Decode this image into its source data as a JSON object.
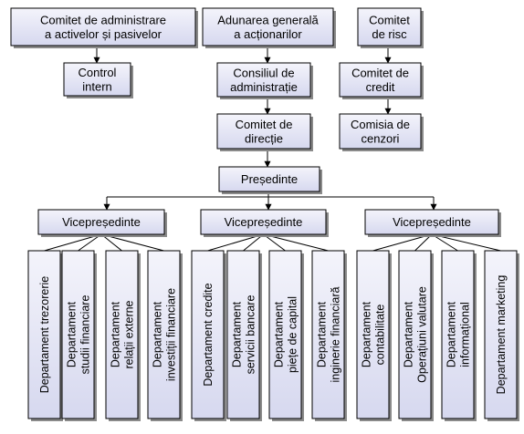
{
  "diagram": {
    "top_committees": [
      {
        "id": "asset-liability",
        "lines": [
          "Comitet de administrare",
          "a activelor și pasivelor"
        ]
      },
      {
        "id": "general-assembly",
        "lines": [
          "Adunarea generală",
          "a acționarilor"
        ]
      },
      {
        "id": "risk",
        "lines": [
          "Comitet",
          "de risc"
        ]
      }
    ],
    "internal_control": {
      "lines": [
        "Control",
        "intern"
      ]
    },
    "board": {
      "lines": [
        "Consiliul de",
        "administrație"
      ]
    },
    "credit_committee": {
      "lines": [
        "Comitet de",
        "credit"
      ]
    },
    "direction_committee": {
      "lines": [
        "Comitet de",
        "direcție"
      ]
    },
    "censors": {
      "lines": [
        "Comisia de",
        "cenzori"
      ]
    },
    "president": {
      "label": "Președinte"
    },
    "vice_presidents": [
      {
        "label": "Vicepreședinte",
        "departments": [
          {
            "lines": [
              "Departament trezorerie"
            ]
          },
          {
            "lines": [
              "Departament",
              "studii financiare"
            ]
          },
          {
            "lines": [
              "Departament",
              "relații externe"
            ]
          },
          {
            "lines": [
              "Departament",
              "investiții financiare"
            ]
          }
        ]
      },
      {
        "label": "Vicepreședinte",
        "departments": [
          {
            "lines": [
              "Departament credite"
            ]
          },
          {
            "lines": [
              "Departament",
              "servicii bancare"
            ]
          },
          {
            "lines": [
              "Departament",
              "piețe de capital"
            ]
          },
          {
            "lines": [
              "Departament",
              "inginerie financiară"
            ]
          }
        ]
      },
      {
        "label": "Vicepreședinte",
        "departments": [
          {
            "lines": [
              "Departament",
              "contabilitate"
            ]
          },
          {
            "lines": [
              "Departament",
              "Operațiuni valutare"
            ]
          },
          {
            "lines": [
              "Departament",
              "informațional"
            ]
          },
          {
            "lines": [
              "Departament marketing"
            ]
          }
        ]
      }
    ],
    "colors": {
      "box_fill_top": "#f4f4fb",
      "box_fill_bottom": "#d6d8ef",
      "box_stroke": "#000000",
      "line": "#000000",
      "shadow": "#8a8a8a"
    }
  }
}
